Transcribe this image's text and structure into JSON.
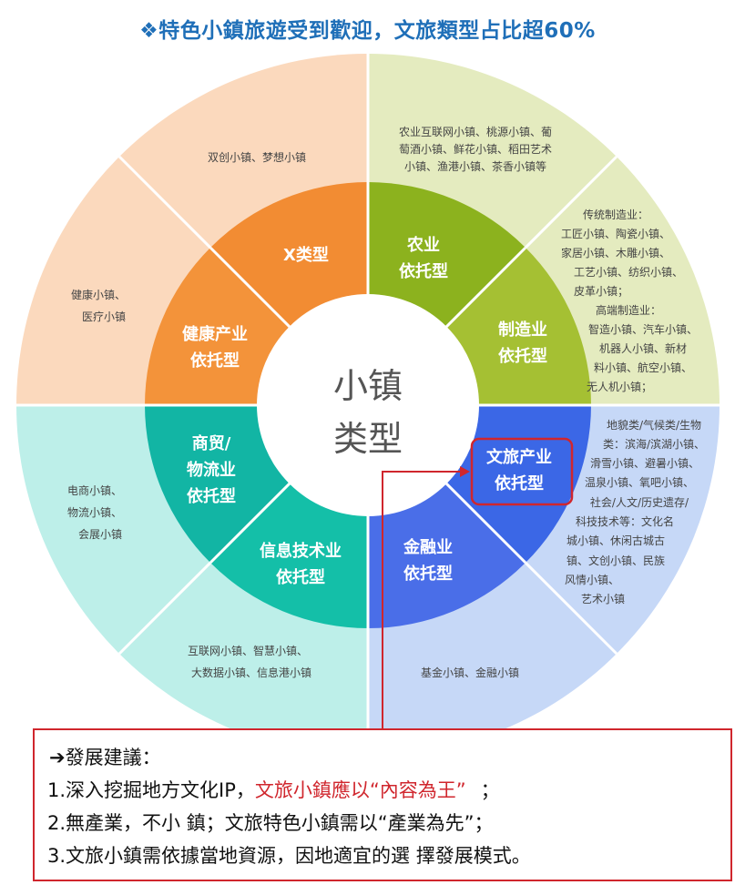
{
  "title": "❖特色小鎮旅遊受到歡迎，文旅類型占比超60%",
  "center": {
    "line1": "小镇",
    "line2": "类型"
  },
  "colors": {
    "x_type": "#f28c33",
    "agri": "#8cb21e",
    "mfg": "#a5c033",
    "culture": "#3b67e6",
    "finance": "#4a6ee8",
    "it": "#14bfa8",
    "trade": "#12b5a4",
    "health": "#f3933a",
    "highlight": "#d0262d"
  },
  "segments": [
    {
      "key": "x_type",
      "label": [
        "X类型"
      ]
    },
    {
      "key": "agri",
      "label": [
        "农业",
        "依托型"
      ]
    },
    {
      "key": "mfg",
      "label": [
        "制造业",
        "依托型"
      ]
    },
    {
      "key": "culture",
      "label": [
        "文旅产业",
        "依托型"
      ]
    },
    {
      "key": "finance",
      "label": [
        "金融业",
        "依托型"
      ]
    },
    {
      "key": "it",
      "label": [
        "信息技术业",
        "依托型"
      ]
    },
    {
      "key": "trade",
      "label": [
        "商贸/",
        "物流业",
        "依托型"
      ]
    },
    {
      "key": "health",
      "label": [
        "健康产业",
        "依托型"
      ]
    }
  ],
  "outer": {
    "x_type": [
      "双创小镇、梦想小镇"
    ],
    "agri": [
      "农业互联网小镇、桃源小镇、葡",
      "萄酒小镇、鲜花小镇、稻田艺术",
      "小镇、渔港小镇、茶香小镇等"
    ],
    "mfg": [
      "传统制造业：",
      "工匠小镇、陶瓷小镇、",
      "家居小镇、木雕小镇、",
      "工艺小镇、纺织小镇、",
      "皮革小镇；",
      "高端制造业：",
      "智造小镇、汽车小镇、",
      "机器人小镇、新材",
      "料小镇、航空小镇、",
      "无人机小镇；"
    ],
    "culture": [
      "地貌类/气候类/生物",
      "类：滨海/滨湖小镇、",
      "滑雪小镇、避暑小镇、",
      "温泉小镇、氧吧小镇、",
      "社会/人文/历史遗存/",
      "科技技术等：文化名",
      "城小镇、休闲古城古",
      "镇、文创小镇、民族",
      "风情小镇、",
      "艺术小镇"
    ],
    "finance": [
      "基金小镇、金融小镇"
    ],
    "it": [
      "互联网小镇、智慧小镇、",
      "大数据小镇、信息港小镇"
    ],
    "trade": [
      "电商小镇、",
      "物流小镇、",
      "会展小镇"
    ],
    "health": [
      "健康小镇、",
      "医疗小镇"
    ]
  },
  "advice": {
    "head": "➔發展建議：",
    "line1_a": "1.深入挖掘地方文化IP，",
    "line1_b": "文旅小鎮應以“內容為王”",
    "line1_c": "；",
    "line2": "2.無產業，不小 鎮；文旅特色小鎮需以“產業為先”；",
    "line3": "3.文旅小鎮需依據當地資源，因地適宜的選 擇發展模式。"
  }
}
